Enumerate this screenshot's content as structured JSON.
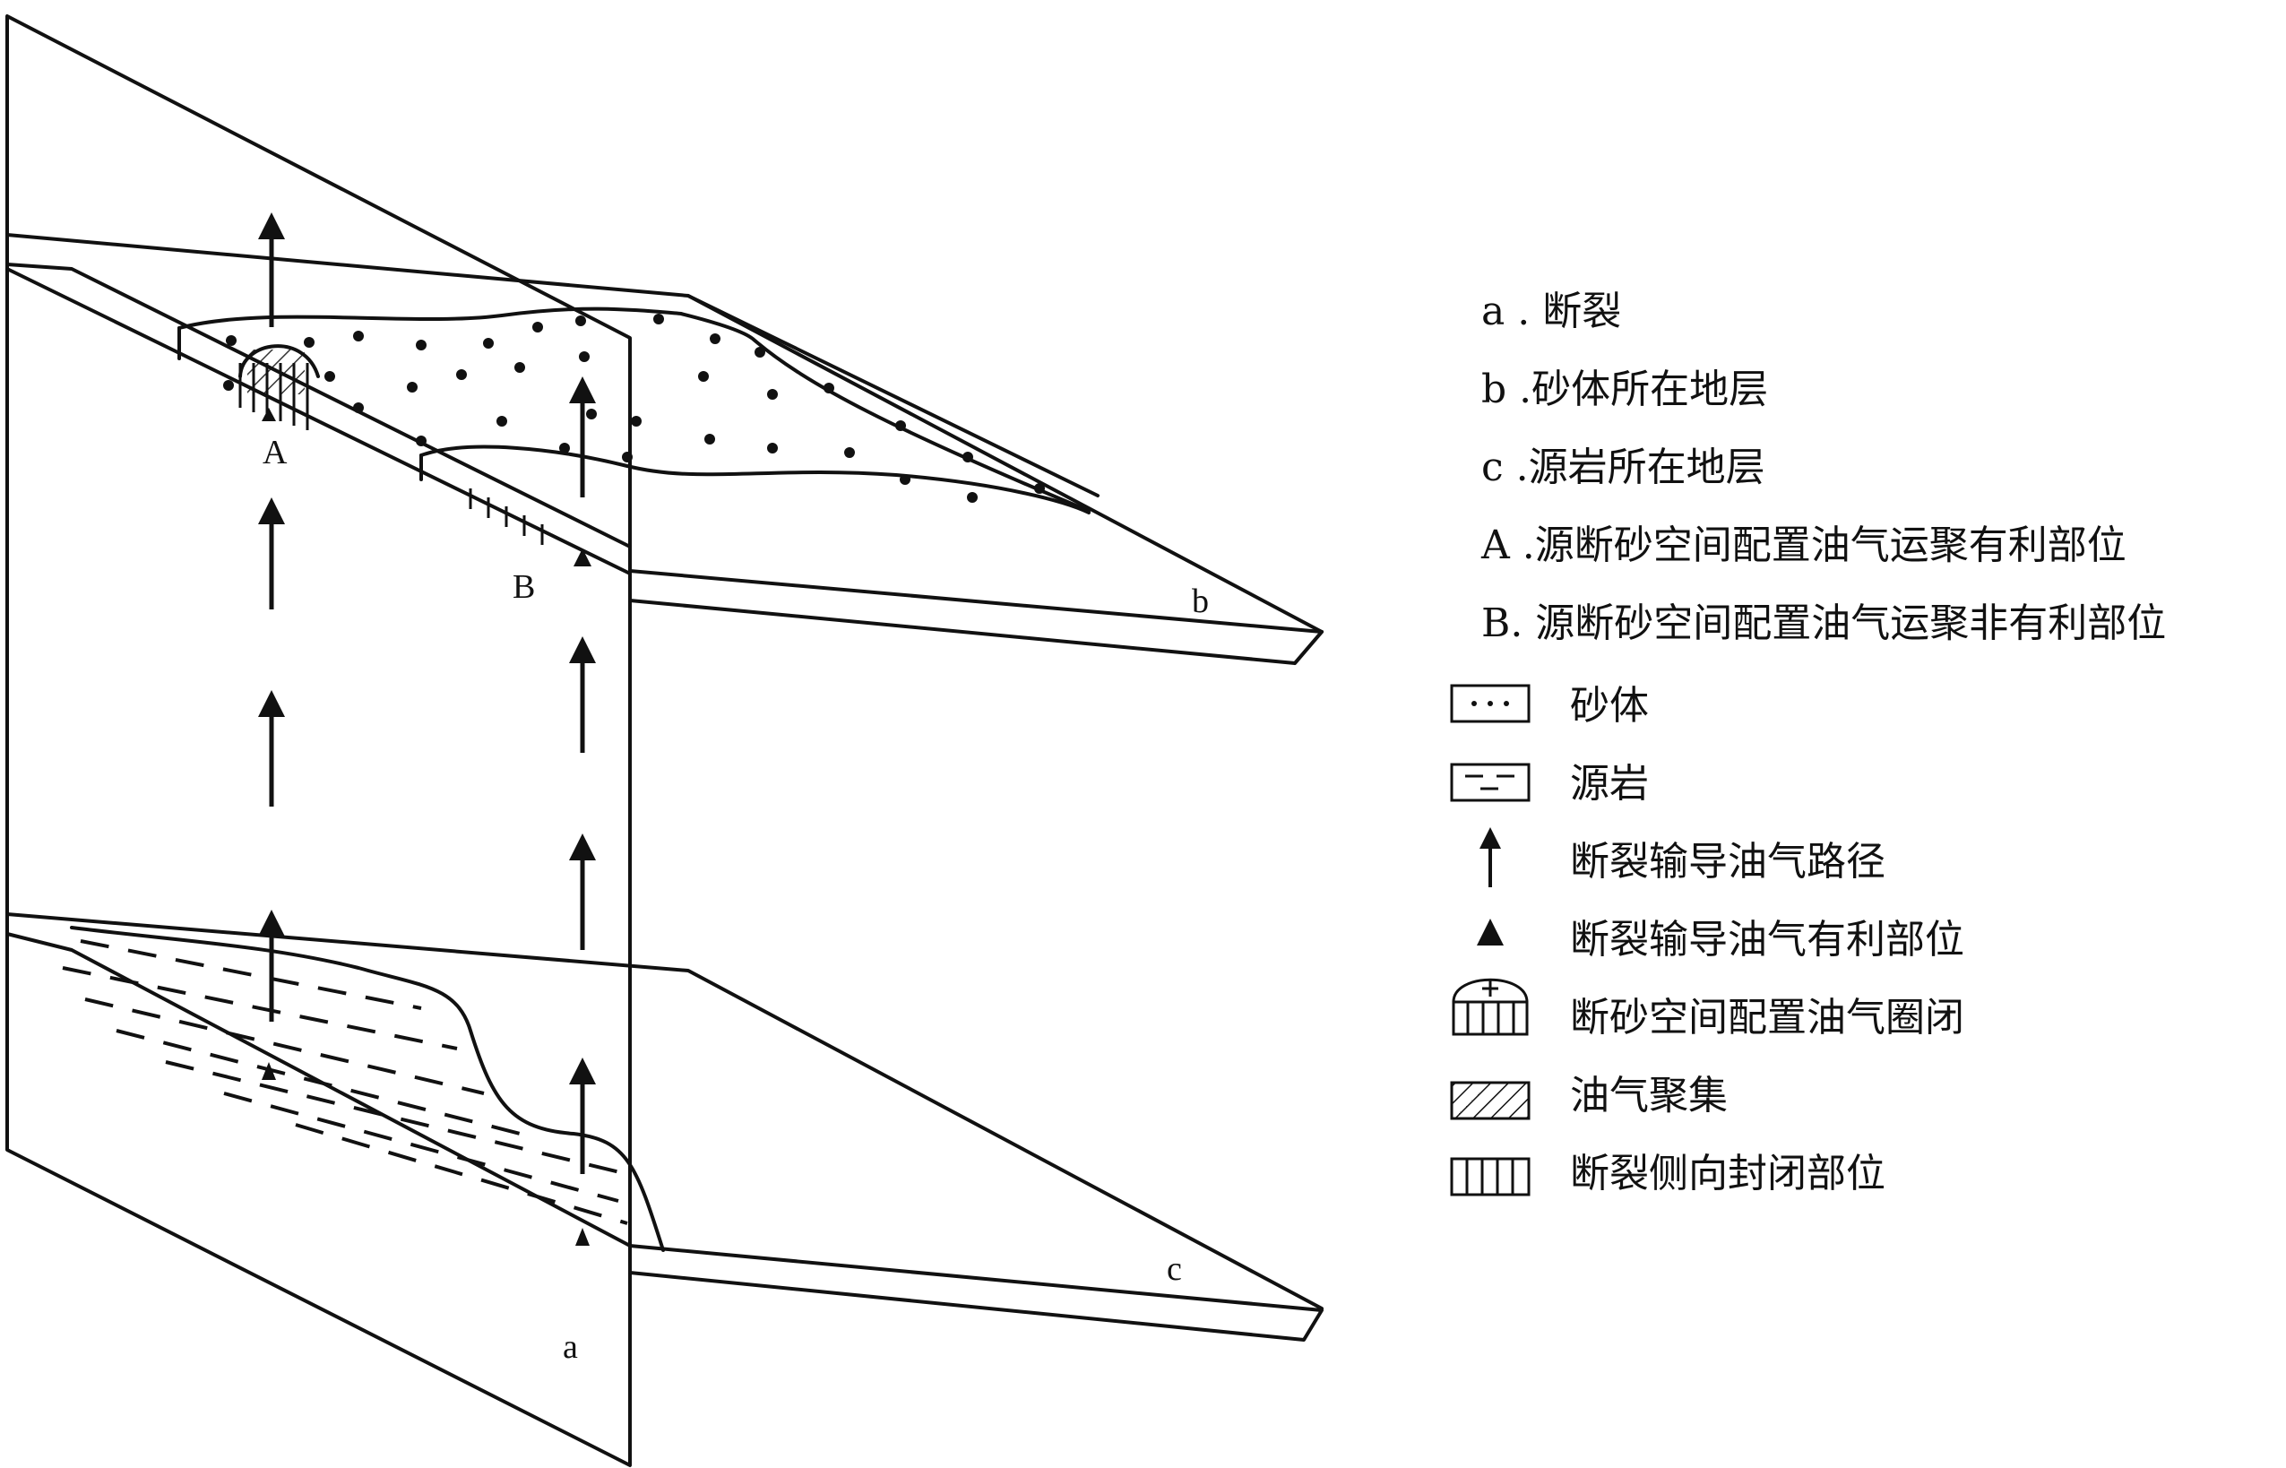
{
  "diagram": {
    "labels": {
      "fault": "a",
      "sand_layer": "b",
      "source_layer": "c",
      "point_a": "A",
      "point_b": "B"
    }
  },
  "legend": {
    "definitions": [
      "a . 断裂",
      "b .砂体所在地层",
      "c .源岩所在地层",
      "A .源断砂空间配置油气运聚有利部位",
      "B. 源断砂空间配置油气运聚非有利部位"
    ],
    "symbols": [
      {
        "icon": "sand-body-icon",
        "label": "砂体"
      },
      {
        "icon": "source-rock-icon",
        "label": "源岩"
      },
      {
        "icon": "arrow-up-icon",
        "label": "断裂输导油气路径"
      },
      {
        "icon": "triangle-icon",
        "label": "断裂输导油气有利部位"
      },
      {
        "icon": "trap-icon",
        "label": "断砂空间配置油气圈闭"
      },
      {
        "icon": "hatch-icon",
        "label": "油气聚集"
      },
      {
        "icon": "vertical-bars-icon",
        "label": "断裂侧向封闭部位"
      }
    ]
  }
}
